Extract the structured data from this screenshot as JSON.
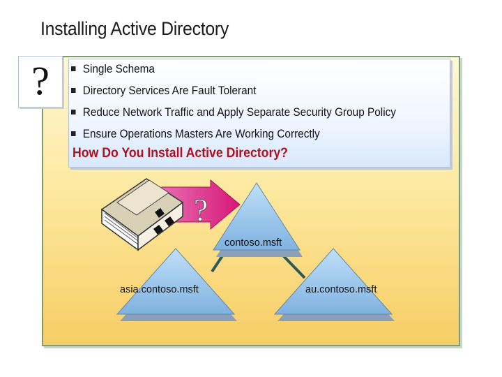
{
  "title": "Installing Active Directory",
  "question_mark": "?",
  "bullets": [
    "Single Schema",
    "Directory Services Are Fault Tolerant",
    "Reduce Network Traffic and Apply Separate Security Group Policy",
    "Ensure Operations Masters Are Working Correctly"
  ],
  "question": "How Do You Install Active Directory?",
  "diagram": {
    "arrow_glyph": "?",
    "root_domain": "contoso.msft",
    "child_domains": [
      "asia.contoso.msft",
      "au.contoso.msft"
    ]
  },
  "colors": {
    "accent_red": "#b0101e",
    "triangle_blue": "#9cc8ec",
    "arrow_magenta": "#e0208a",
    "link_teal": "#2c5a58"
  }
}
